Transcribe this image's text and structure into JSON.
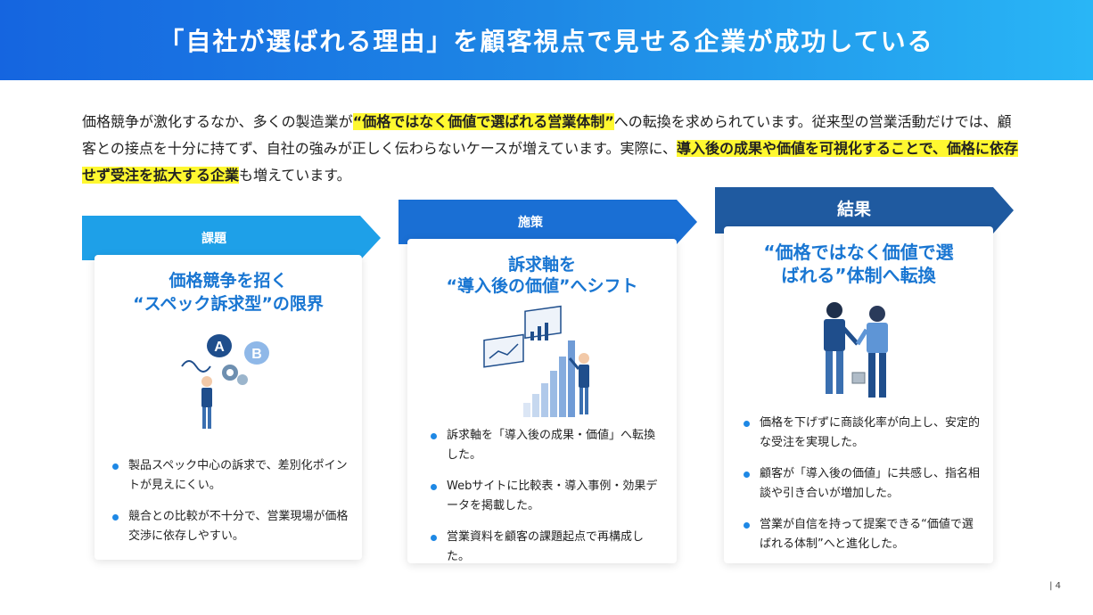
{
  "header": {
    "title": "「自社が選ばれる理由」を顧客視点で見せる企業が成功している"
  },
  "intro": {
    "p1": "価格競争が激化するなか、多くの製造業が",
    "h1": "“価格ではなく価値で選ばれる営業体制”",
    "p2": "への転換を求められています。従来型の営業活動だけでは、顧客との接点を十分に持てず、自社の強みが正しく伝わらないケースが増えています。実際に、",
    "h2": "導入後の成果や価値を可視化することで、価格に依存せず受注を拡大する企業",
    "p3": "も増えています。"
  },
  "columns": [
    {
      "tab": "課題",
      "title_line1": "価格競争を招く",
      "title_line2": "“スペック訴求型”の限界",
      "illustration": "person-thinking-ab-gears-icon",
      "bullets": [
        "製品スペック中心の訴求で、差別化ポイントが見えにくい。",
        "競合との比較が不十分で、営業現場が価格交渉に依存しやすい。"
      ]
    },
    {
      "tab": "施策",
      "title_line1": "訴求軸を",
      "title_line2": "“導入後の価値”へシフト",
      "illustration": "person-analyzing-charts-icon",
      "bullets": [
        "訴求軸を「導入後の成果・価値」へ転換した。",
        "Webサイトに比較表・導入事例・効果データを掲載した。",
        "営業資料を顧客の課題起点で再構成した。"
      ]
    },
    {
      "tab": "結果",
      "title_line1": "“価格ではなく価値で選",
      "title_line2": "ばれる”体制へ転換",
      "illustration": "businessmen-handshake-icon",
      "bullets": [
        "価格を下げずに商談化率が向上し、安定的な受注を実現した。",
        "顧客が「導入後の価値」に共感し、指名相談や引き合いが増加した。",
        "営業が自信を持って提案できる“価値で選ばれる体制”へと進化した。"
      ]
    }
  ],
  "footer": {
    "page": "| 4"
  },
  "colors": {
    "col1": "#1ea0e8",
    "col2": "#1a6fd4",
    "col3": "#1f5aa0",
    "title_text": "#1976d2",
    "bullet": "#1e88e5"
  }
}
